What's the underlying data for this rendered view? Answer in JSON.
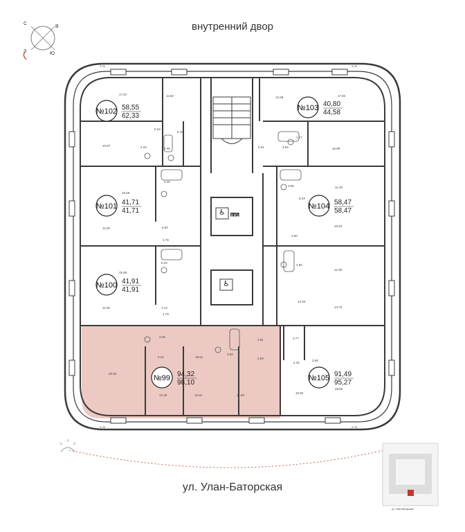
{
  "labels": {
    "courtyard": "внутренний двор",
    "street": "ул. Улан-Баторская",
    "compass": {
      "n": "С",
      "s": "Ю",
      "w": "З",
      "e": "В"
    },
    "lift_label": "ППЛ",
    "minimap_street": "ул. Улан-Баторская"
  },
  "apartments": [
    {
      "id": "apt-102",
      "number": "№102",
      "area_living": "58,55",
      "area_total": "62,33"
    },
    {
      "id": "apt-103",
      "number": "№103",
      "area_living": "40,80",
      "area_total": "44,58"
    },
    {
      "id": "apt-101",
      "number": "№101",
      "area_living": "41,71",
      "area_total": "41,71"
    },
    {
      "id": "apt-104",
      "number": "№104",
      "area_living": "58,47",
      "area_total": "58,47"
    },
    {
      "id": "apt-100",
      "number": "№100",
      "area_living": "41,91",
      "area_total": "41,91"
    },
    {
      "id": "apt-99",
      "number": "№99",
      "area_living": "94,32",
      "area_total": "98,10"
    },
    {
      "id": "apt-105",
      "number": "№105",
      "area_living": "91,49",
      "area_total": "95,27"
    }
  ],
  "room_areas": [
    "17.87",
    "11.60",
    "5.23",
    "6.19",
    "10.97",
    "4.23",
    "2.46",
    "12.68",
    "17.92",
    "5.31",
    "4.83",
    "1.77",
    "16.89",
    "15.69",
    "5.40",
    "11.09",
    "6.94",
    "1.79",
    "3.96",
    "11.48",
    "8.24",
    "15.53",
    "2.60",
    "15.86",
    "5.22",
    "11.09",
    "7.13",
    "1.79",
    "4.90",
    "12.56",
    "12.00",
    "13.75",
    "3.36",
    "3.22",
    "18.51",
    "4.92",
    "2.81",
    "2.93",
    "29.50",
    "12.45",
    "12.62",
    "11.82",
    "2.77",
    "2.45",
    "3.68",
    "10.80",
    "28.80"
  ],
  "dimensions": [
    "3.78",
    "3.78",
    "3.78",
    "3.78"
  ],
  "colors": {
    "wall": "#3a3a3a",
    "highlight": "#ecc9c2",
    "window": "#999999",
    "compass_accent": "#c0392b"
  }
}
